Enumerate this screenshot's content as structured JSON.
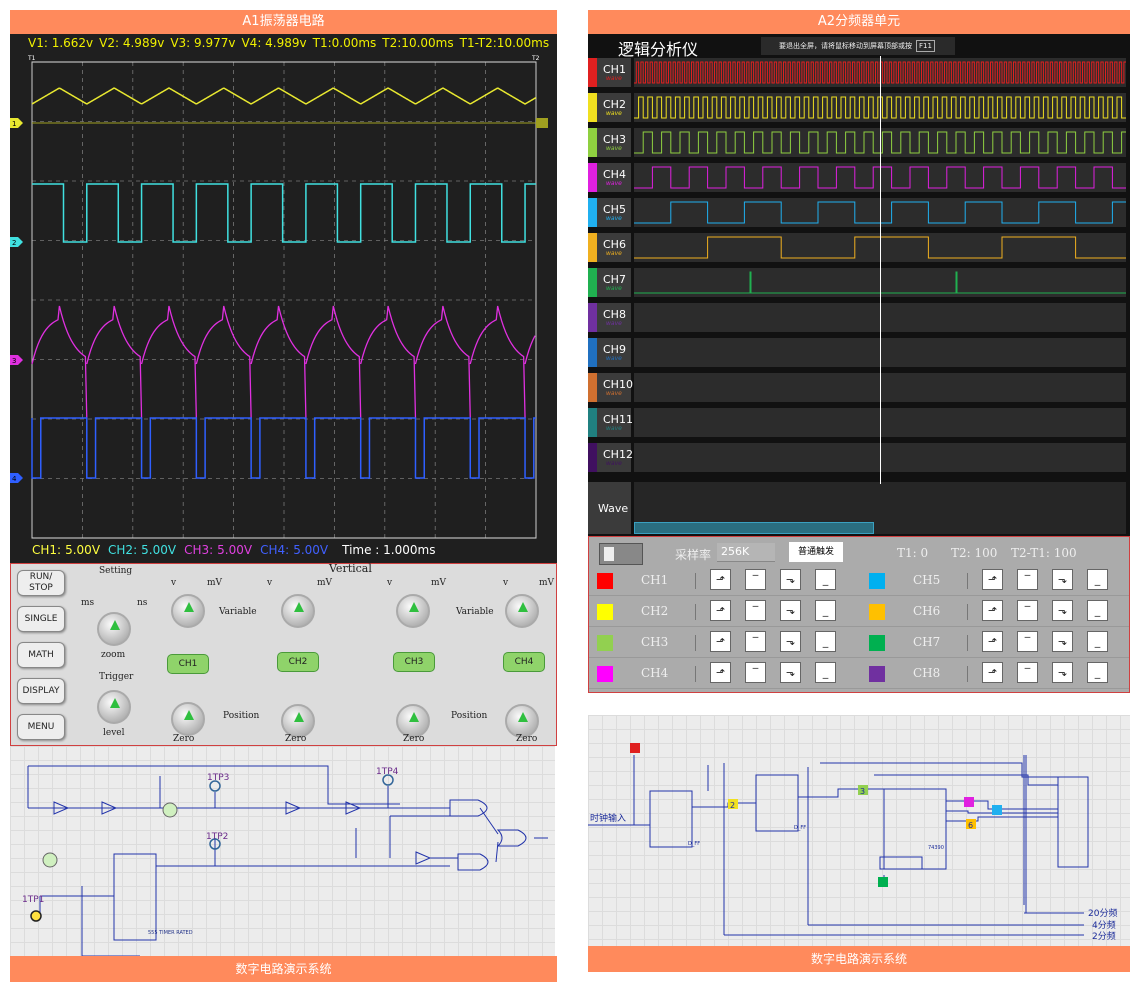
{
  "left_panel": {
    "title": "A1振荡器电路",
    "footer": "数字电路演示系统",
    "scope": {
      "readout": [
        {
          "text": "V1: 1.662v",
          "color": "#f0f000"
        },
        {
          "text": "V2: 4.989v",
          "color": "#f0f000"
        },
        {
          "text": "V3: 9.977v",
          "color": "#f0f000"
        },
        {
          "text": "V4: 4.989v",
          "color": "#f0f000"
        },
        {
          "text": "T1:0.00ms",
          "color": "#f0f000"
        },
        {
          "text": "T2:10.00ms",
          "color": "#f0f000"
        },
        {
          "text": "T1-T2:10.00ms",
          "color": "#f0f000"
        }
      ],
      "cursor_labels": {
        "t1": "T1",
        "t2": "T2"
      },
      "channel_markers": [
        "1",
        "2",
        "3",
        "4"
      ],
      "bottom": [
        {
          "label": "CH1:",
          "value": "5.00V",
          "color": "#ffff40"
        },
        {
          "label": "CH2:",
          "value": "5.00V",
          "color": "#40e0e0"
        },
        {
          "label": "CH3:",
          "value": "5.00V",
          "color": "#e040e0"
        },
        {
          "label": "CH4:",
          "value": "5.00V",
          "color": "#4060ff"
        }
      ],
      "time": "Time : 1.000ms",
      "colors": {
        "ch1": "#e8e830",
        "ch2": "#40e0e0",
        "ch3": "#e030e0",
        "ch4": "#2f5fff"
      }
    },
    "controls": {
      "side_buttons": [
        "RUN/\nSTOP",
        "SINGLE",
        "MATH",
        "DISPLAY",
        "MENU"
      ],
      "setting": "Setting",
      "zoom": "zoom",
      "ms": "ms",
      "ns": "ns",
      "trigger": "Trigger",
      "level": "level",
      "vertical": "Vertical",
      "variable": "Variable",
      "position": "Position",
      "zero": "Zero",
      "v": "v",
      "mv": "mV",
      "channels": [
        "CH1",
        "CH2",
        "CH3",
        "CH4"
      ]
    },
    "circuit_labels": {
      "tp1": "1TP1",
      "tp2": "1TP2",
      "tp3": "1TP3",
      "tp4": "1TP4",
      "chip": "555 TIMER RATED"
    }
  },
  "right_panel": {
    "title": "A2分频器单元",
    "footer": "数字电路演示系统",
    "logic": {
      "title": "逻辑分析仪",
      "fullscreen_hint": "要退出全屏，请将鼠标移动到屏幕顶部或按",
      "fullscreen_key": "F11",
      "wave_label": "wave",
      "channels": [
        {
          "name": "CH1",
          "color": "#e02020"
        },
        {
          "name": "CH2",
          "color": "#f0e020"
        },
        {
          "name": "CH3",
          "color": "#8fd040"
        },
        {
          "name": "CH4",
          "color": "#e020e0"
        },
        {
          "name": "CH5",
          "color": "#20b0f0"
        },
        {
          "name": "CH6",
          "color": "#f0b020"
        },
        {
          "name": "CH7",
          "color": "#20b050"
        },
        {
          "name": "CH8",
          "color": "#7030a0"
        },
        {
          "name": "CH9",
          "color": "#2070c0"
        },
        {
          "name": "CH10",
          "color": "#d07030"
        },
        {
          "name": "CH11",
          "color": "#208080"
        },
        {
          "name": "CH12",
          "color": "#401060"
        }
      ],
      "bottom_label": "Wave"
    },
    "trigger_panel": {
      "sample_rate_label": "采样率",
      "sample_rate_value": "256K",
      "trigger_mode": "普通触发",
      "t1": "T1: 0",
      "t2": "T2: 100",
      "t2_t1": "T2-T1: 100",
      "channels_left": [
        {
          "name": "CH1",
          "color": "#ff0000"
        },
        {
          "name": "CH2",
          "color": "#ffff00"
        },
        {
          "name": "CH3",
          "color": "#92d050"
        },
        {
          "name": "CH4",
          "color": "#ff00ff"
        }
      ],
      "channels_right": [
        {
          "name": "CH5",
          "color": "#00b0f0"
        },
        {
          "name": "CH6",
          "color": "#ffc000"
        },
        {
          "name": "CH7",
          "color": "#00b050"
        },
        {
          "name": "CH8",
          "color": "#7030a0"
        }
      ],
      "trigger_buttons": [
        "rising-edge",
        "high-level",
        "falling-edge",
        "low-level"
      ]
    },
    "circuit_labels": {
      "clock_input": "时钟输入",
      "div20": "20分频",
      "div4": "4分频",
      "div2": "2分频",
      "node2": "2",
      "node3": "3",
      "node6": "6",
      "chip1": "D_FF",
      "chip2": "D_FF",
      "chip3": "74390"
    }
  }
}
